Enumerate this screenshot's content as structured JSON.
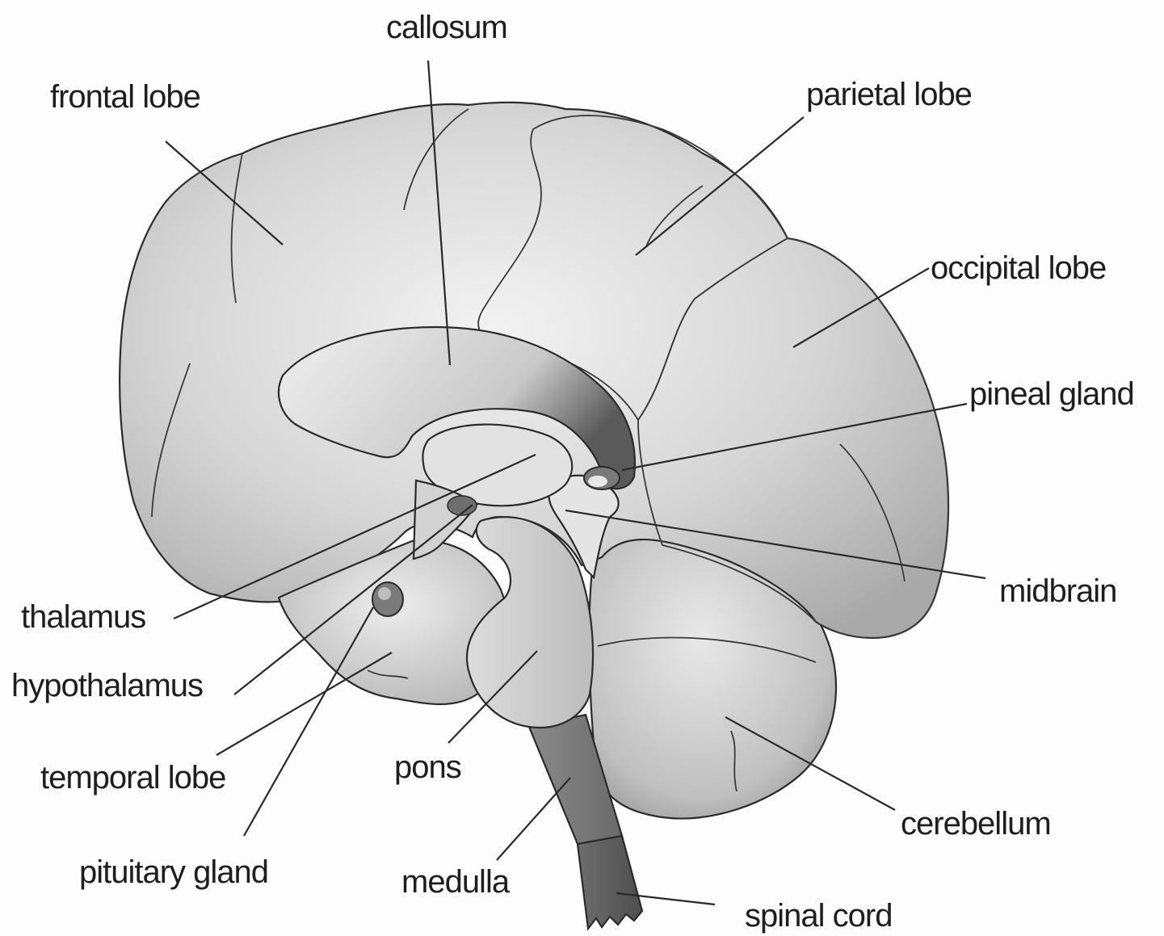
{
  "diagram": {
    "labels": {
      "callosum": "callosum",
      "frontal_lobe": "frontal lobe",
      "parietal_lobe": "parietal lobe",
      "occipital_lobe": "occipital lobe",
      "pineal_gland": "pineal gland",
      "midbrain": "midbrain",
      "thalamus": "thalamus",
      "hypothalamus": "hypothalamus",
      "temporal_lobe": "temporal lobe",
      "pituitary_gland": "pituitary gland",
      "pons": "pons",
      "medulla": "medulla",
      "cerebellum": "cerebellum",
      "spinal_cord": "spinal cord"
    }
  }
}
